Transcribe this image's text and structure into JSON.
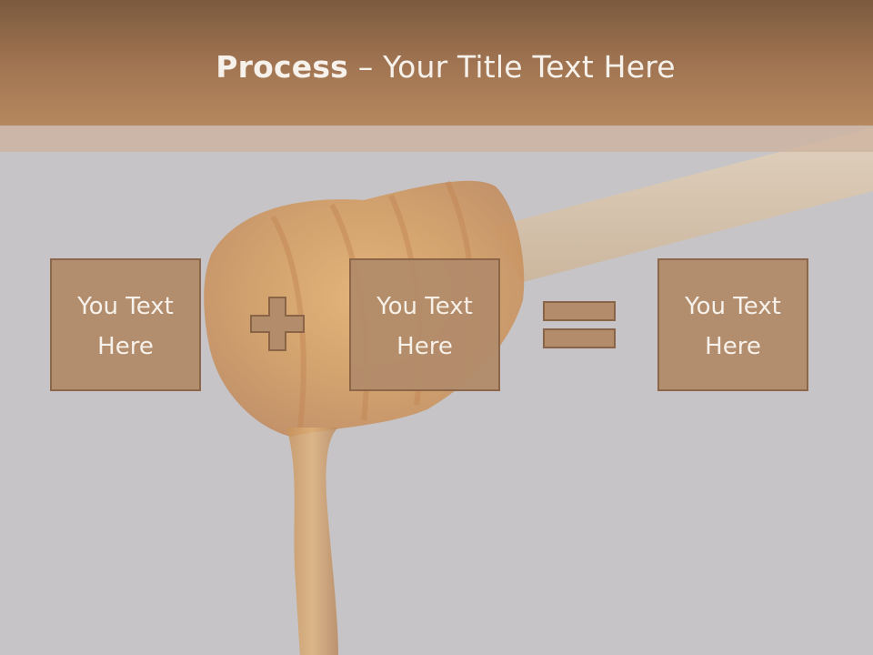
{
  "slide": {
    "title_bold": "Process",
    "title_rest": " – Your Title Text Here"
  },
  "boxes": [
    {
      "line1": "You Text",
      "line2": "Here"
    },
    {
      "line1": "You Text",
      "line2": "Here"
    },
    {
      "line1": "You Text",
      "line2": "Here"
    }
  ],
  "operators": [
    "plus-icon",
    "equals-icon"
  ],
  "colors": {
    "header": "#a37653",
    "box_fill": "#b38c6b",
    "box_border": "#8a6446",
    "background": "#c6c4c6"
  }
}
